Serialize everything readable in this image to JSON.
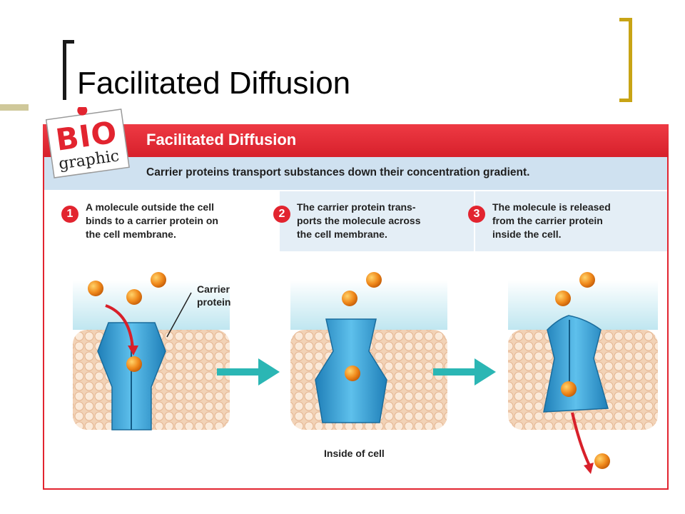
{
  "slide": {
    "title": "Facilitated Diffusion",
    "accent_color": "#c8a415",
    "side_bar_color": "#cfc89a"
  },
  "figure": {
    "logo": {
      "top": "BIO",
      "bottom": "graphic"
    },
    "header_title": "Facilitated Diffusion",
    "subtitle": "Carrier proteins transport substances down their concentration gradient.",
    "steps": [
      {
        "number": "1",
        "text": "A molecule outside the cell\nbinds to a carrier protein on\nthe cell membrane."
      },
      {
        "number": "2",
        "text": "The carrier protein trans-\nports the molecule across\nthe cell membrane."
      },
      {
        "number": "3",
        "text": "The molecule is released\nfrom the carrier protein\ninside the cell."
      }
    ],
    "labels": {
      "carrier_protein": "Carrier\nprotein",
      "inside_of_cell": "Inside of cell"
    },
    "colors": {
      "header_red": "#e2242f",
      "subheader_blue": "#cfe1f0",
      "protein_blue": "#3a9fd6",
      "molecule_orange": "#f08a1c",
      "arrow_teal": "#2bb6b4",
      "membrane_tan": "#efc7a7"
    }
  }
}
